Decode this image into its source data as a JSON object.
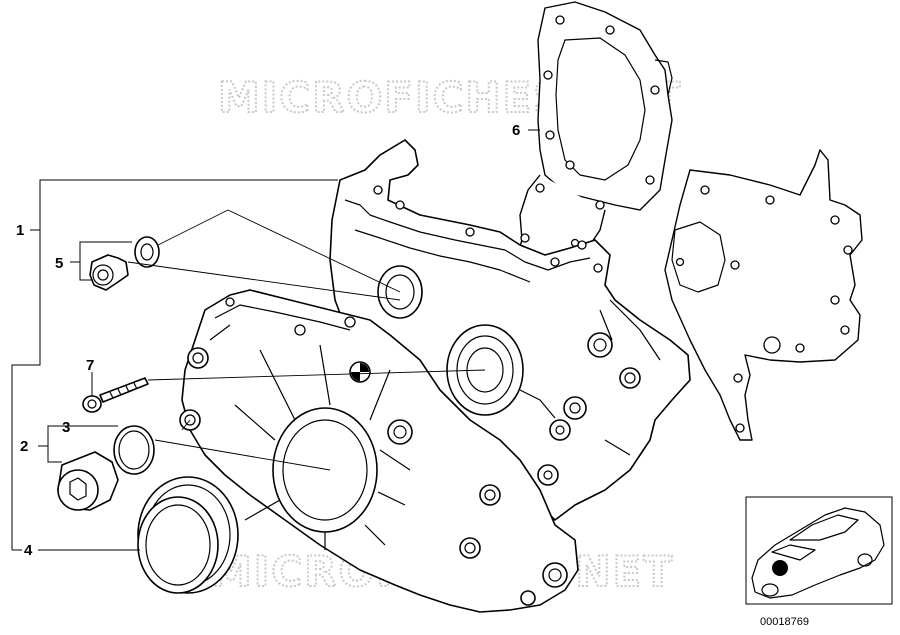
{
  "watermark": "MICROFICHES.NET",
  "callouts": {
    "c1": "1",
    "c2": "2",
    "c3": "3",
    "c4": "4",
    "c5": "5",
    "c6": "6",
    "c7": "7"
  },
  "reference_number": "00018769"
}
